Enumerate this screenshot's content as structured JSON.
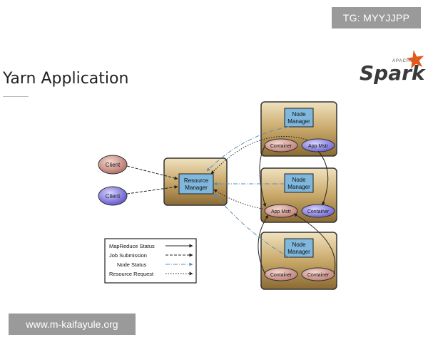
{
  "header": {
    "tg_label": "TG: MYYJJPP",
    "title": "Yarn Application"
  },
  "logo": {
    "small_text": "APACHE",
    "word": "Spark"
  },
  "watermark": {
    "label": "www.m-kaifayule.org"
  },
  "diagram": {
    "clients": [
      "Client",
      "Client"
    ],
    "resource_manager": [
      "Resource",
      "Manager"
    ],
    "node_managers": [
      {
        "label": [
          "Node",
          "Manager"
        ],
        "left": "Container",
        "right": "App Mstr"
      },
      {
        "label": [
          "Node",
          "Manager"
        ],
        "left": "App Mstr",
        "right": "Container"
      },
      {
        "label": [
          "Node",
          "Manager"
        ],
        "left": "Container",
        "right": "Container"
      }
    ],
    "legend": [
      "MapReduce Status",
      "Job Submission",
      "Node Status",
      "Resource Request"
    ]
  },
  "colors": {
    "box_fill": "#c9a86a",
    "inner_box": "#7fb7dd",
    "client_fill": "#c9877f",
    "client_blue": "#7a6ee0",
    "pill_fill": "#c98a80",
    "pill_blue": "#6a64d6"
  }
}
